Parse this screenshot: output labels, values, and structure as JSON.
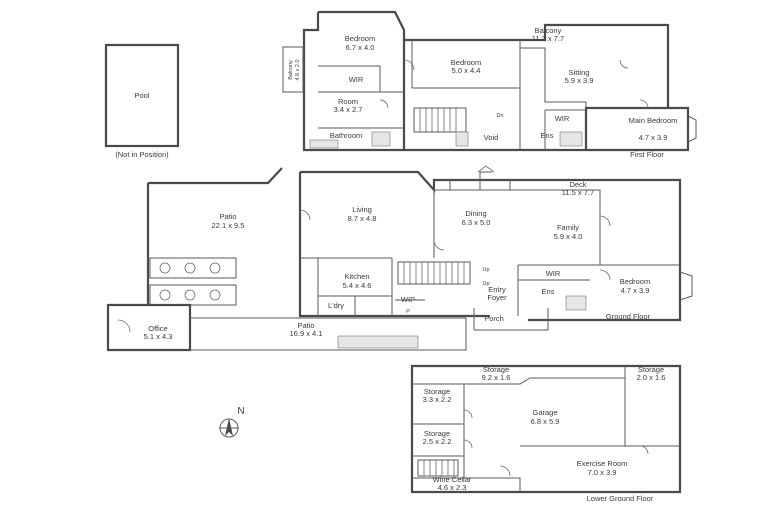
{
  "pool": {
    "label": "Pool",
    "note": "(Not in Position)"
  },
  "first_floor": {
    "title": "First Floor",
    "rooms": [
      {
        "id": "ff-bedroom-1",
        "name": "Bedroom",
        "dim": "6.7 x 4.0"
      },
      {
        "id": "ff-balcony-side",
        "name": "Balcony",
        "dim": "4.8 x 2.0"
      },
      {
        "id": "ff-wir-1",
        "name": "WIR",
        "dim": ""
      },
      {
        "id": "ff-room",
        "name": "Room",
        "dim": "3.4 x 2.7"
      },
      {
        "id": "ff-bathroom",
        "name": "Bathroom",
        "dim": ""
      },
      {
        "id": "ff-balcony",
        "name": "Balcony",
        "dim": "11.2 x 7.7"
      },
      {
        "id": "ff-bedroom-2",
        "name": "Bedroom",
        "dim": "5.0 x 4.4"
      },
      {
        "id": "ff-sitting",
        "name": "Sitting",
        "dim": "5.9 x 3.9"
      },
      {
        "id": "ff-void",
        "name": "Void",
        "dim": ""
      },
      {
        "id": "ff-ens",
        "name": "Ens",
        "dim": ""
      },
      {
        "id": "ff-wir-2",
        "name": "WIR",
        "dim": ""
      },
      {
        "id": "ff-main-bedroom",
        "name": "Main Bedroom",
        "dim": "4.7 x 3.9"
      }
    ],
    "dn_label": "Dn"
  },
  "ground_floor": {
    "title": "Ground Floor",
    "rooms": [
      {
        "id": "gf-patio",
        "name": "Patio",
        "dim": "22.1 x 9.5"
      },
      {
        "id": "gf-living",
        "name": "Living",
        "dim": "8.7 x 4.8"
      },
      {
        "id": "gf-dining",
        "name": "Dining",
        "dim": "6.3 x 5.0"
      },
      {
        "id": "gf-deck",
        "name": "Deck",
        "dim": "11.5 x 7.7"
      },
      {
        "id": "gf-family",
        "name": "Family",
        "dim": "5.9 x 4.0"
      },
      {
        "id": "gf-kitchen",
        "name": "Kitchen",
        "dim": "5.4 x 4.6"
      },
      {
        "id": "gf-wir",
        "name": "WIR",
        "dim": ""
      },
      {
        "id": "gf-bedroom",
        "name": "Bedroom",
        "dim": "4.7 x 3.9"
      },
      {
        "id": "gf-entry",
        "name": "Entry",
        "dim": ""
      },
      {
        "id": "gf-foyer",
        "name": "Foyer",
        "dim": ""
      },
      {
        "id": "gf-ens",
        "name": "Ens",
        "dim": ""
      },
      {
        "id": "gf-laundry",
        "name": "L'dry",
        "dim": ""
      },
      {
        "id": "gf-wip",
        "name": "WIP",
        "dim": ""
      },
      {
        "id": "gf-pantry",
        "name": "P",
        "dim": ""
      },
      {
        "id": "gf-porch",
        "name": "Porch",
        "dim": ""
      },
      {
        "id": "gf-office",
        "name": "Office",
        "dim": "5.1 x 4.3"
      },
      {
        "id": "gf-patio-2",
        "name": "Patio",
        "dim": "16.9 x 4.1"
      }
    ],
    "up_label": "Up",
    "up_label_2": "Up"
  },
  "lower_ground_floor": {
    "title": "Lower Ground Floor",
    "rooms": [
      {
        "id": "lg-storage-1",
        "name": "Storage",
        "dim": "9.2 x 1.6"
      },
      {
        "id": "lg-storage-2",
        "name": "Storage",
        "dim": "2.0 x 1.6"
      },
      {
        "id": "lg-storage-3",
        "name": "Storage",
        "dim": "3.3 x 2.2"
      },
      {
        "id": "lg-garage",
        "name": "Garage",
        "dim": "6.8 x 5.9"
      },
      {
        "id": "lg-storage-4",
        "name": "Storage",
        "dim": "2.5 x 2.2"
      },
      {
        "id": "lg-exercise",
        "name": "Exercise Room",
        "dim": "7.0 x 3.9"
      },
      {
        "id": "lg-wine",
        "name": "Wine Cellar",
        "dim": "4.6 x 2.3"
      }
    ]
  },
  "compass": {
    "label": "N",
    "icon": "north-arrow-icon"
  }
}
